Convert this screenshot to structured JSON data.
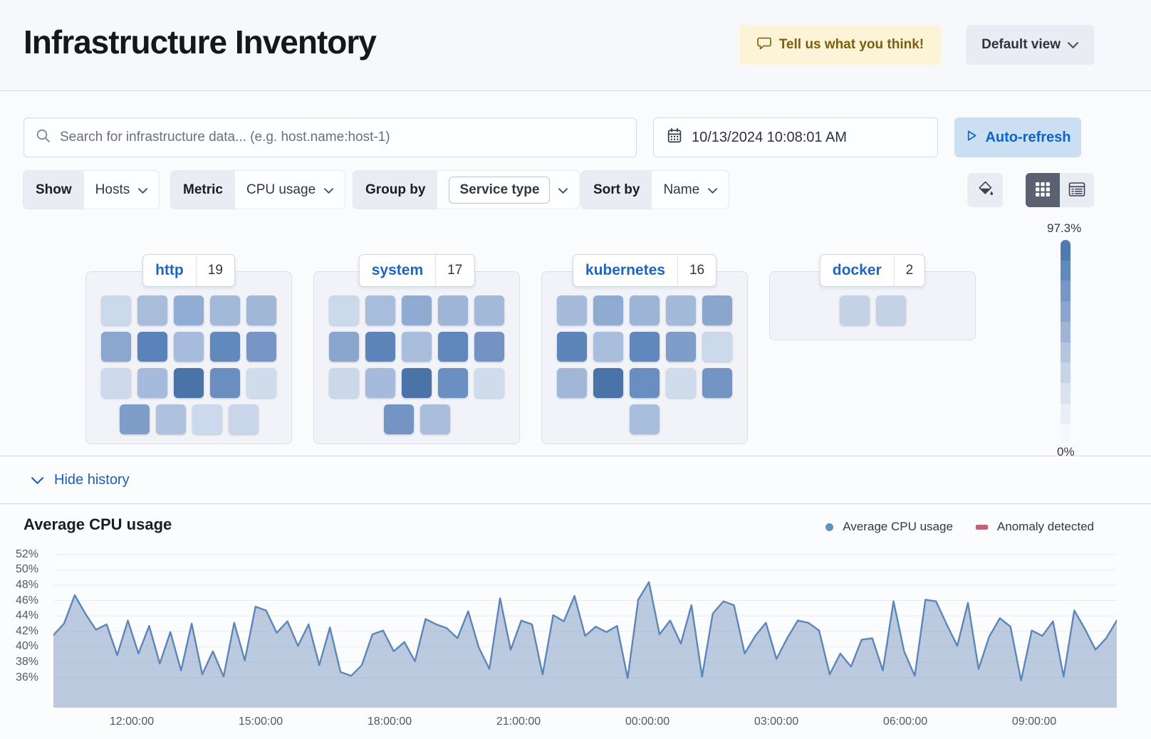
{
  "header": {
    "title": "Infrastructure Inventory",
    "feedback_label": "Tell us what you think!",
    "view_selector_label": "Default view"
  },
  "toolbar": {
    "search_placeholder": "Search for infrastructure data... (e.g. host.name:host-1)",
    "datetime_value": "10/13/2024 10:08:01 AM",
    "auto_refresh_label": "Auto-refresh"
  },
  "filters": {
    "show": {
      "label": "Show",
      "value": "Hosts"
    },
    "metric": {
      "label": "Metric",
      "value": "CPU usage"
    },
    "group_by": {
      "label": "Group by",
      "value": "Service type"
    },
    "sort_by": {
      "label": "Sort by",
      "value": "Name"
    }
  },
  "waffle": {
    "groups": [
      {
        "name": "http",
        "count": "19",
        "row_sizes": [
          5,
          5,
          5,
          4
        ],
        "tile_colors": [
          "#cbd9ea",
          "#a9bddb",
          "#92add3",
          "#a3b9d9",
          "#a0b7d8",
          "#8ca7cd",
          "#5a83b9",
          "#a7bcdc",
          "#6189bd",
          "#7796c5",
          "#cddaeb",
          "#a6bbdb",
          "#4a74a8",
          "#6a8ec0",
          "#cfdcec",
          "#7e9dc9",
          "#aec2de",
          "#ccd9ec",
          "#c9d6e9"
        ]
      },
      {
        "name": "system",
        "count": "17",
        "row_sizes": [
          5,
          5,
          5,
          2
        ],
        "tile_colors": [
          "#ccd9ea",
          "#a8bddc",
          "#8fabd1",
          "#9eb5d7",
          "#a3b9d9",
          "#8aa6cd",
          "#5d85ba",
          "#a9bedd",
          "#5f87bc",
          "#7493c3",
          "#cbd8ea",
          "#a6bbdb",
          "#4a74a8",
          "#6990c0",
          "#cfdcec",
          "#7495c4",
          "#a9bedd"
        ]
      },
      {
        "name": "kubernetes",
        "count": "16",
        "row_sizes": [
          5,
          5,
          5,
          1
        ],
        "tile_colors": [
          "#a6bbdb",
          "#8fabd1",
          "#9cb4d6",
          "#a3b9d9",
          "#8aa6cd",
          "#5d85ba",
          "#a9bedd",
          "#6088bd",
          "#7e9dc9",
          "#ccd9ea",
          "#a0b7d8",
          "#4a74a8",
          "#6a8ec0",
          "#cfdcec",
          "#7495c4",
          "#a9bedd"
        ]
      },
      {
        "name": "docker",
        "count": "2",
        "row_sizes": [
          2
        ],
        "tile_colors": [
          "#c5d1e4",
          "#c5d1e4"
        ]
      }
    ],
    "legend": {
      "max_label": "97.3%",
      "min_label": "0%",
      "steps": [
        "#4f7ab0",
        "#618abc",
        "#7596c6",
        "#8aa6cf",
        "#9fb5d8",
        "#b3c5e0",
        "#c7d4e8",
        "#d9e2f0",
        "#e9eef6",
        "#f4f7fb"
      ]
    }
  },
  "history": {
    "toggle_label": "Hide history"
  },
  "chart_data": {
    "type": "area",
    "title": "Average CPU usage",
    "legend": [
      {
        "label": "Average CPU usage",
        "color": "#6092c0",
        "marker": "dot"
      },
      {
        "label": "Anomaly detected",
        "color": "#cb6078",
        "marker": "dash"
      }
    ],
    "ylim": [
      36,
      52
    ],
    "ytick_labels": [
      "52%",
      "50%",
      "48%",
      "46%",
      "44%",
      "42%",
      "40%",
      "38%",
      "36%"
    ],
    "ytick_values": [
      52,
      50,
      48,
      46,
      44,
      42,
      40,
      38,
      36
    ],
    "xtick_labels": [
      "12:00:00",
      "15:00:00",
      "18:00:00",
      "21:00:00",
      "00:00:00",
      "03:00:00",
      "06:00:00",
      "09:00:00"
    ],
    "grid": true,
    "legend_position": "top-right",
    "series_color": "#5d86b8",
    "fill_color": "rgba(125,152,193,0.5)",
    "values": [
      41.5,
      43.0,
      46.7,
      44.3,
      42.2,
      42.9,
      38.9,
      43.4,
      39.1,
      42.7,
      37.8,
      41.9,
      36.9,
      43.0,
      36.4,
      39.4,
      36.1,
      43.1,
      38.2,
      45.2,
      44.7,
      41.8,
      43.3,
      40.1,
      42.9,
      37.6,
      42.5,
      36.7,
      36.2,
      37.6,
      41.6,
      42.1,
      39.4,
      40.6,
      38.1,
      43.6,
      42.9,
      42.4,
      41.1,
      44.6,
      39.9,
      37.1,
      46.3,
      39.6,
      43.4,
      42.9,
      36.4,
      44.1,
      43.3,
      46.6,
      41.4,
      42.6,
      41.9,
      42.7,
      35.9,
      46.1,
      48.4,
      41.6,
      43.4,
      40.4,
      45.4,
      36.1,
      44.3,
      45.9,
      45.4,
      39.1,
      41.4,
      43.1,
      38.4,
      41.1,
      43.4,
      43.1,
      42.1,
      36.4,
      39.1,
      37.4,
      40.9,
      41.1,
      36.9,
      45.9,
      39.4,
      36.2,
      46.1,
      45.9,
      42.9,
      40.1,
      45.7,
      37.1,
      41.3,
      43.7,
      42.6,
      35.6,
      42.1,
      41.4,
      43.3,
      36.1,
      44.7,
      42.3,
      39.6,
      41.1,
      43.4
    ],
    "anomalies": []
  }
}
